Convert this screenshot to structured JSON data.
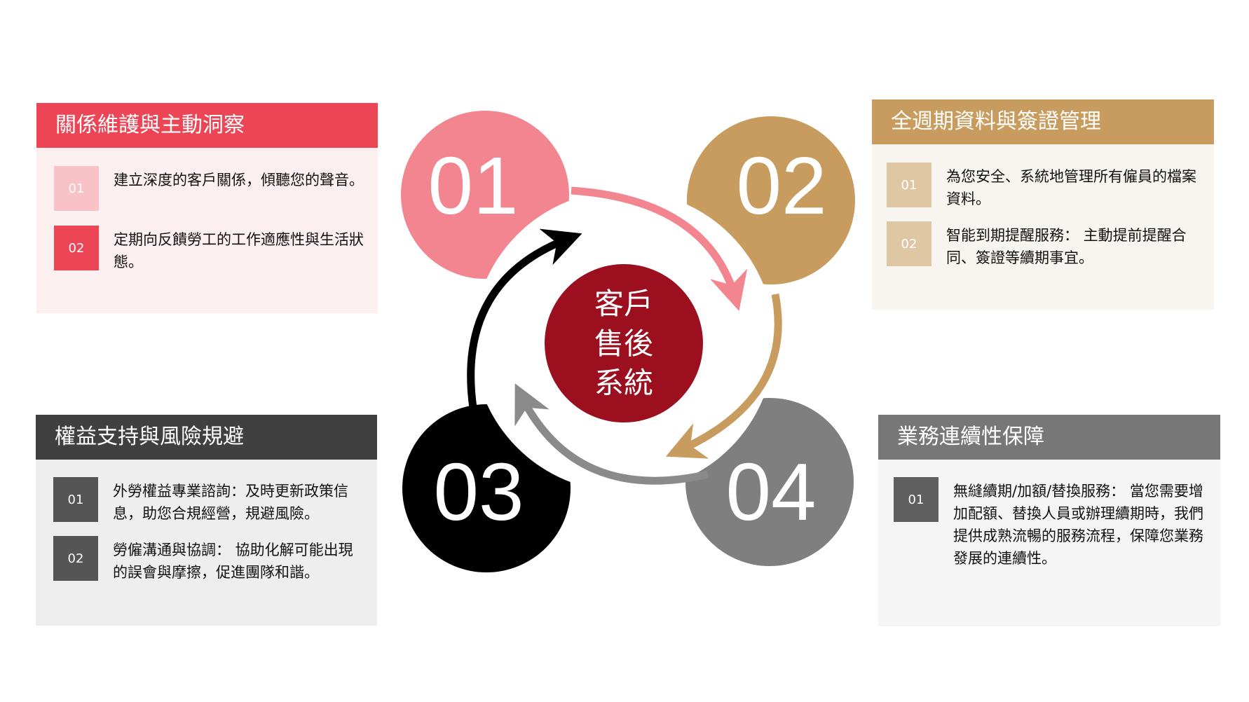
{
  "center": {
    "line1": "客戶",
    "line2": "售後",
    "line3": "系統"
  },
  "stages": [
    {
      "num": "01",
      "color": "#F38590"
    },
    {
      "num": "02",
      "color": "#C89C5E"
    },
    {
      "num": "03",
      "color": "#000000"
    },
    {
      "num": "04",
      "color": "#7F7F7F"
    }
  ],
  "arrow_colors": {
    "a12": "#F38590",
    "a24": "#C89C5E",
    "a43": "#8A8A8A",
    "a31": "#000000"
  },
  "center_color": "#9B0F1E",
  "panels": {
    "p1": {
      "title": "關係維護與主動洞察",
      "items": [
        {
          "num": "01",
          "text": "建立深度的客戶關係，傾聽您的聲音。"
        },
        {
          "num": "02",
          "text": "定期向反饋勞工的工作適應性與生活狀態。"
        }
      ]
    },
    "p2": {
      "title": "全週期資料與簽證管理",
      "items": [
        {
          "num": "01",
          "text": "為您安全、系統地管理所有僱員的檔案資料。"
        },
        {
          "num": "02",
          "text": "智能到期提醒服務： 主動提前提醒合同、簽證等續期事宜。"
        }
      ]
    },
    "p3": {
      "title": "權益支持與風險規避",
      "items": [
        {
          "num": "01",
          "text": "外勞權益專業諮詢：及時更新政策信息，助您合規經營，規避風險。"
        },
        {
          "num": "02",
          "text": "勞僱溝通與協調： 協助化解可能出現的誤會與摩擦，促進團隊和諧。"
        }
      ]
    },
    "p4": {
      "title": "業務連續性保障",
      "items": [
        {
          "num": "01",
          "text": "無縫續期/加額/替換服務： 當您需要增加配額、替換人員或辦理續期時，我們提供成熟流暢的服務流程，保障您業務發展的連續性。"
        }
      ]
    }
  }
}
